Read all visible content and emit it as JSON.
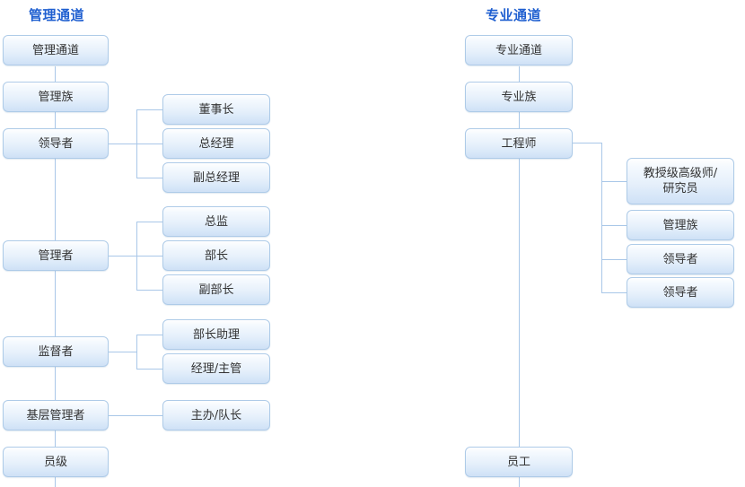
{
  "diagram": {
    "type": "org-chart",
    "title_color": "#1f5fd0",
    "box_border_color": "#aecbe8",
    "line_color": "#a9c7e8",
    "columns": [
      {
        "key": "management",
        "title": "管理通道",
        "spine": [
          {
            "key": "m0",
            "label": "管理通道"
          },
          {
            "key": "m1",
            "label": "管理族"
          },
          {
            "key": "m2",
            "label": "领导者"
          },
          {
            "key": "m3",
            "label": "管理者"
          },
          {
            "key": "m4",
            "label": "监督者"
          },
          {
            "key": "m5",
            "label": "基层管理者"
          },
          {
            "key": "m6",
            "label": "员级"
          }
        ],
        "branches": [
          {
            "parent": "m2",
            "children": [
              {
                "key": "b1",
                "label": "董事长"
              },
              {
                "key": "b2",
                "label": "总经理"
              },
              {
                "key": "b3",
                "label": "副总经理"
              }
            ]
          },
          {
            "parent": "m3",
            "children": [
              {
                "key": "b4",
                "label": "总监"
              },
              {
                "key": "b5",
                "label": "部长"
              },
              {
                "key": "b6",
                "label": "副部长"
              }
            ]
          },
          {
            "parent": "m4",
            "children": [
              {
                "key": "b7",
                "label": "部长助理"
              },
              {
                "key": "b8",
                "label": "经理/主管"
              }
            ]
          },
          {
            "parent": "m5",
            "children": [
              {
                "key": "b9",
                "label": "主办/队长"
              }
            ]
          }
        ]
      },
      {
        "key": "professional",
        "title": "专业通道",
        "spine": [
          {
            "key": "p0",
            "label": "专业通道"
          },
          {
            "key": "p1",
            "label": "专业族"
          },
          {
            "key": "p2",
            "label": "工程师"
          },
          {
            "key": "p3",
            "label": "员工"
          }
        ],
        "branches": [
          {
            "parent": "p2",
            "children": [
              {
                "key": "c1",
                "label": "教授级高级师/\n研究员"
              },
              {
                "key": "c2",
                "label": "管理族"
              },
              {
                "key": "c3",
                "label": "领导者"
              },
              {
                "key": "c4",
                "label": "领导者"
              }
            ]
          }
        ]
      }
    ]
  }
}
